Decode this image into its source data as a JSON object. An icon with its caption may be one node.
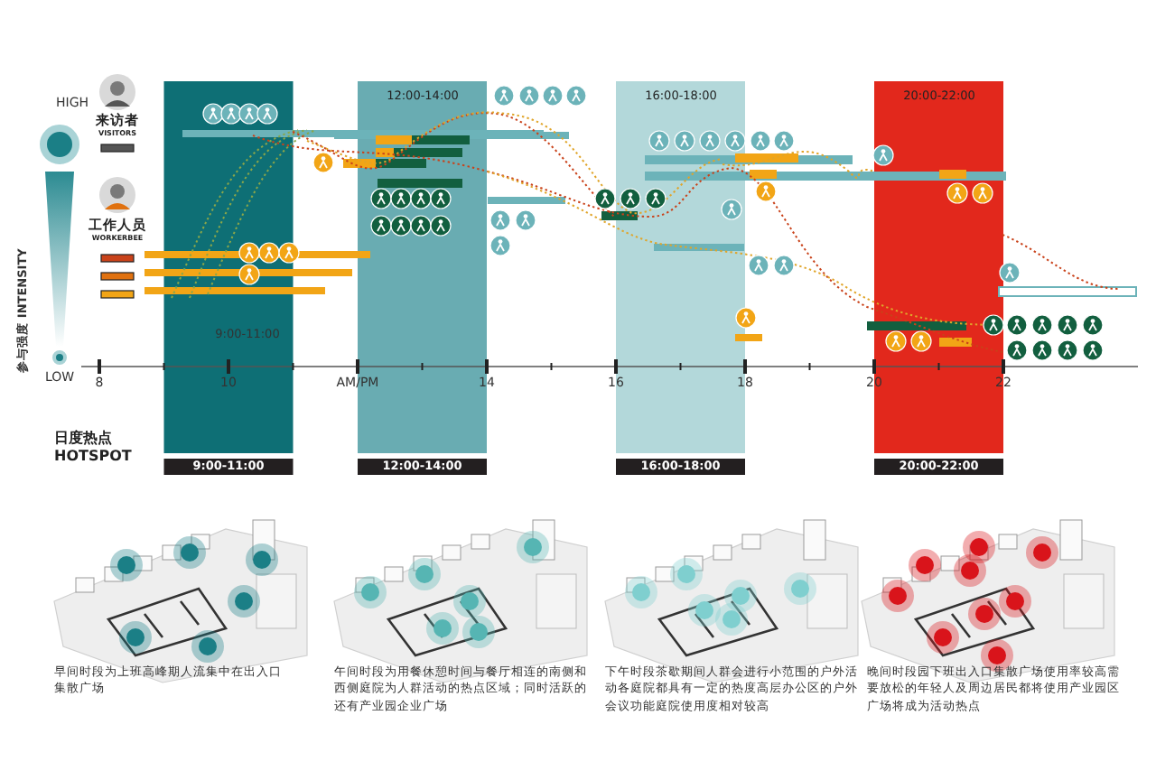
{
  "diagram": {
    "labels": [
      "HIGH",
      "来访者",
      "VISITORS",
      "12:00-14:00",
      "16:00-18:00",
      "20:00-22:00",
      "工作人员",
      "WORKERBEE",
      "参与强度 INTENSITY",
      "9:00-11:00",
      "LOW",
      "8",
      "10",
      "AM/PM",
      "14",
      "16",
      "18",
      "20",
      "22",
      "日度热点",
      "HOTSPOT",
      "9:00-11:00",
      "12:00-14:00",
      "16:00-18:00",
      "20:00-22:00",
      "早间时段为上班高峰期人流集中在出入口集散广场",
      "午间时段为用餐休憩时间与餐厅相连的南侧和西侧庭院为人群活动的热点区域；同时活跃的还有产业园企业广场",
      "下午时段茶歇期间人群会进行小范围的户外活动各庭院都具有一定的热度高层办公区的户外会议功能庭院使用度相对较高",
      "晚间时段园下班出入口集散广场使用率较高需要放松的年轻人及周边居民都将使用产业园区广场将成为活动热点"
    ]
  }
}
